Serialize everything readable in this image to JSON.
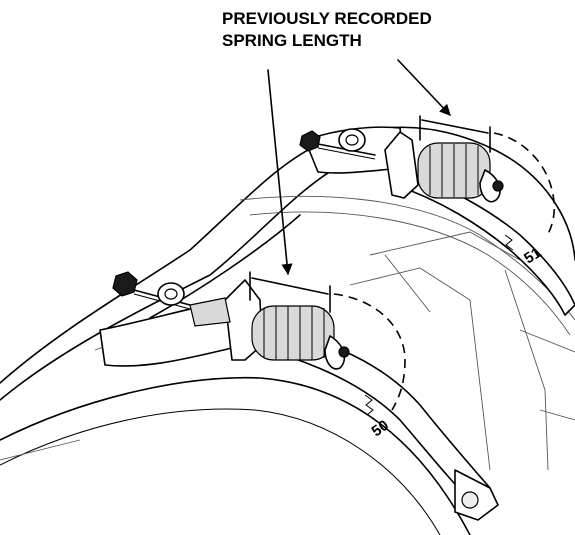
{
  "callout": {
    "line1": "PREVIOUSLY RECORDED",
    "line2": "SPRING LENGTH"
  },
  "scale_marks": {
    "front": "50",
    "rear": "51"
  }
}
